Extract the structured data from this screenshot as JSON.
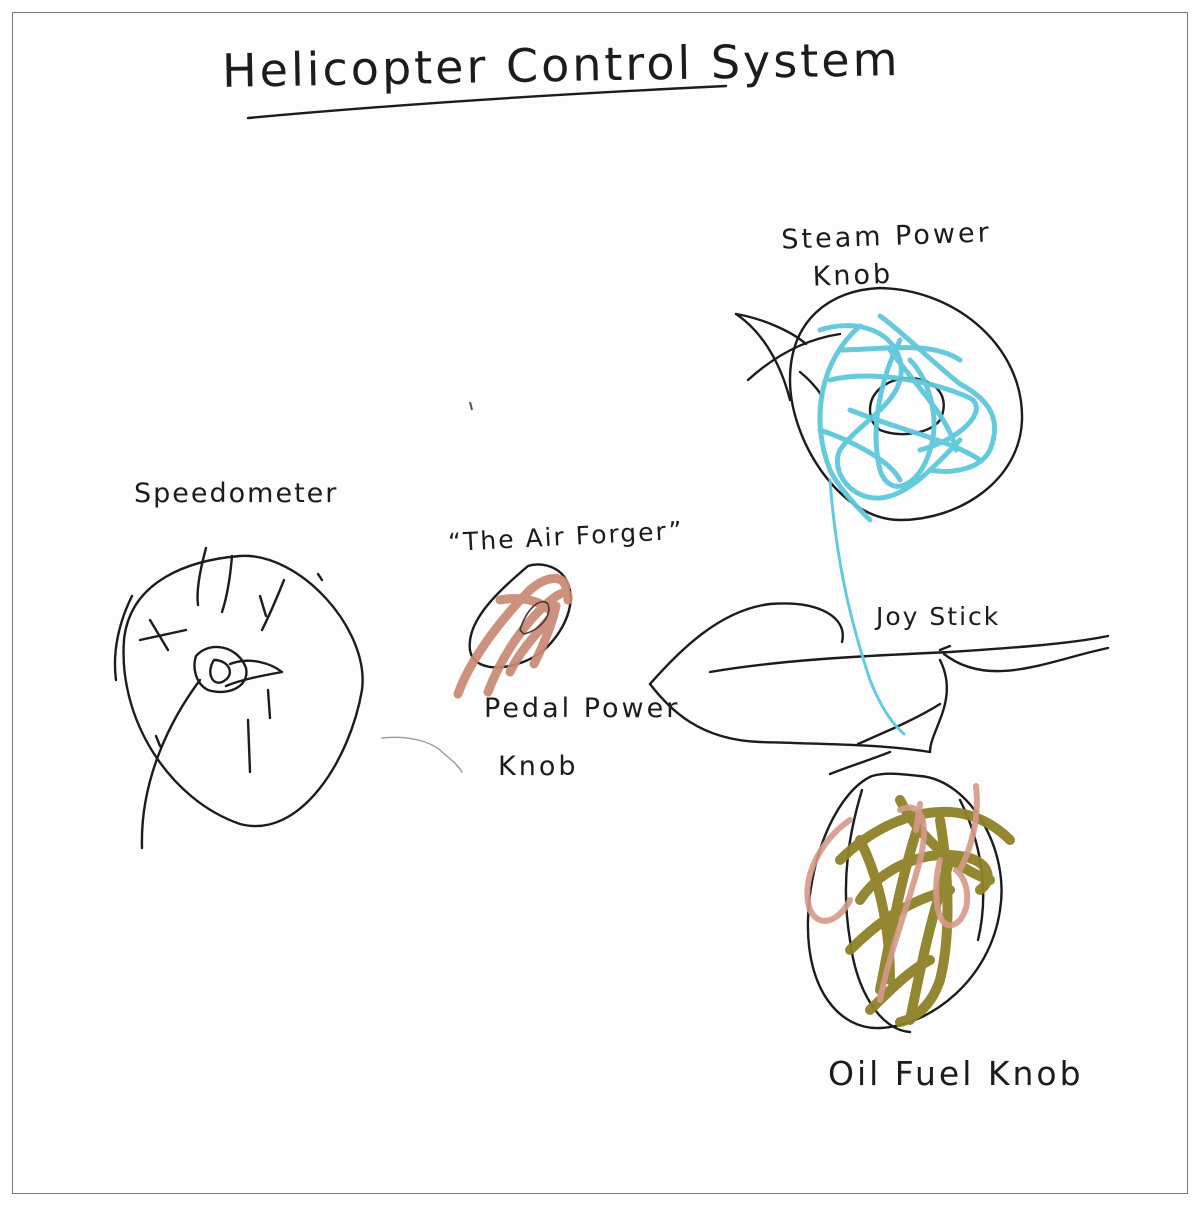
{
  "title": "Helicopter Control System",
  "labels": {
    "speedometer": "Speedometer",
    "air_forger": "“The Air Forger”",
    "pedal_power_line1": "Pedal Power",
    "pedal_power_line2": "Knob",
    "steam_power_line1": "Steam Power",
    "steam_power_line2": "Knob",
    "joy_stick": "Joy Stick",
    "oil_fuel": "Oil Fuel Knob"
  },
  "colors": {
    "ink": "#1c1c1c",
    "steam_knob": "#5ec8dc",
    "pedal_knob": "#c98a74",
    "oil_knob": "#8f8128",
    "oil_knob_accent": "#d49a88"
  }
}
